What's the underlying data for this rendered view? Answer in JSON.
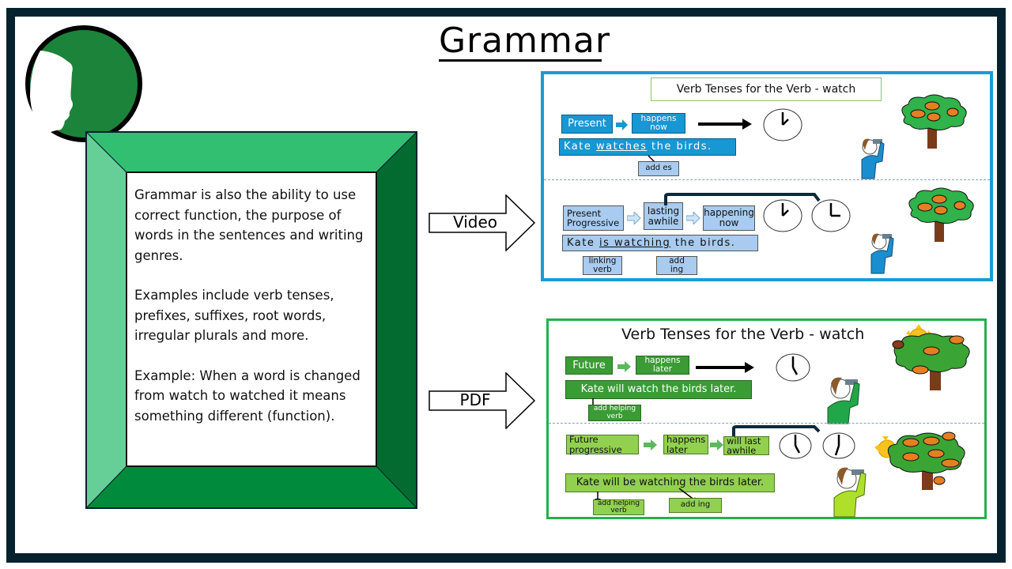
{
  "slide": {
    "title": "Grammar",
    "description_paragraphs": [
      "Grammar is also the ability to use correct function, the purpose  of words in the sentences and writing genres.",
      "Examples include verb tenses, prefixes, suffixes, root words, irregular plurals and more.",
      "Example: When a word is changed from watch to watched it means something different (function)."
    ],
    "arrows": {
      "video_label": "Video",
      "pdf_label": "PDF"
    },
    "colors": {
      "frame": "#06222f",
      "avatar_green": "#1c843a",
      "bevel_top": "#33bf72",
      "bevel_left": "#66cf98",
      "bevel_right": "#036b30",
      "bevel_bottom": "#008a3c",
      "video_border": "#1a9ad6",
      "pdf_border": "#22b14c"
    }
  },
  "video_panel": {
    "title": "Verb Tenses for the Verb  - watch",
    "present": {
      "tense": "Present",
      "meaning": [
        "happens",
        "now"
      ],
      "sentence_parts": [
        "Kate ",
        "watches",
        " the birds."
      ],
      "note": "add es"
    },
    "present_progressive": {
      "tense": [
        "Present",
        "Progressive"
      ],
      "step1": [
        "lasting",
        "awhile"
      ],
      "step2": [
        "happening",
        "now"
      ],
      "sentence_parts": [
        "Kate ",
        "is watching",
        " the birds."
      ],
      "note1": [
        "linking",
        "verb"
      ],
      "note2": [
        "add",
        "ing"
      ]
    }
  },
  "pdf_panel": {
    "title": "Verb Tenses for the Verb - watch",
    "future": {
      "tense": "Future",
      "meaning": [
        "happens",
        "later"
      ],
      "sentence": "Kate will watch the birds later.",
      "note": [
        "add helping",
        "verb"
      ]
    },
    "future_progressive": {
      "tense": [
        "Future",
        "progressive"
      ],
      "step1": [
        "happens",
        "later"
      ],
      "step2": [
        "will last",
        "awhile"
      ],
      "sentence": "Kate will be watching the birds later.",
      "note1": [
        "add helping",
        "verb"
      ],
      "note2": "add ing"
    }
  }
}
